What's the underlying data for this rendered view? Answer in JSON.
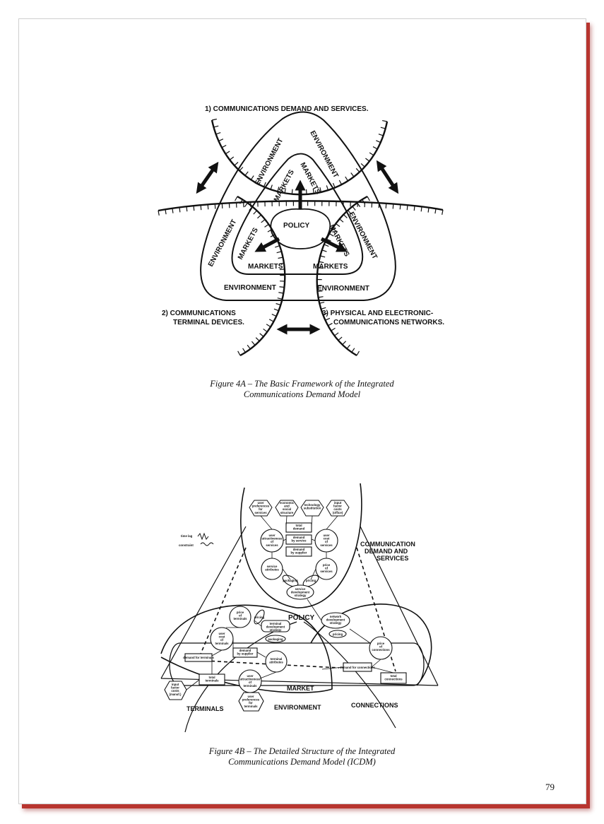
{
  "figure_a": {
    "title_1": "1)  COMMUNICATIONS DEMAND AND SERVICES.",
    "title_2_line1": "2)  COMMUNICATIONS",
    "title_2_line2": "TERMINAL DEVICES.",
    "title_3_line1": "3)  PHYSICAL AND ELECTRONIC-",
    "title_3_line2": "COMMUNICATIONS NETWORKS.",
    "environment": "ENVIRONMENT",
    "markets": "MARKETS",
    "policy": "POLICY",
    "caption_line1": "Figure 4A – The Basic Framework of the Integrated",
    "caption_line2": "Communications Demand Model"
  },
  "figure_b": {
    "legend_time_lag": "time lag",
    "legend_constraint": "constraint",
    "communication_label_1": "COMMUNICATION",
    "communication_label_2": "DEMAND AND",
    "communication_label_3": "SERVICES",
    "policy": "POLICY",
    "market": "MARKET",
    "environment": "ENVIRONMENT",
    "terminals": "TERMINALS",
    "connections": "CONNECTIONS",
    "nodes": {
      "user_pref_services": [
        "user",
        "preferences",
        "for",
        "services"
      ],
      "economic_social": [
        "economic",
        "and",
        "social",
        "structure"
      ],
      "technology_sub": [
        "technology",
        "substitution"
      ],
      "input_factor_costs_top": [
        "input",
        "factor",
        "costs",
        "(office)"
      ],
      "total_demand": [
        "total",
        "demand"
      ],
      "demand_by_service": [
        "demand",
        "by service"
      ],
      "demand_by_supplier_top": [
        "demand",
        "by supplier"
      ],
      "user_attr_services": [
        "user",
        "attractiveness",
        "of",
        "services"
      ],
      "user_cost_services": [
        "user",
        "cost",
        "of",
        "services"
      ],
      "service_attributes": [
        "service",
        "attributes"
      ],
      "price_services": [
        "price",
        "of",
        "services"
      ],
      "packaging_top": "packaging",
      "pricing_top": "pricing",
      "service_dev_strategy": [
        "service",
        "development",
        "strategy"
      ],
      "price_terminals": [
        "price",
        "of",
        "terminals"
      ],
      "pricing_left": "pricing",
      "terminal_dev_strategy": [
        "terminal",
        "development",
        "strategy"
      ],
      "packaging_left": "packaging",
      "user_cost_terminals": [
        "user",
        "cost",
        "of",
        "terminals"
      ],
      "demand_by_supplier_left": [
        "demand",
        "by supplier"
      ],
      "demand_for_terminals": "demand for terminals",
      "terminal_attributes": [
        "terminal",
        "attributes"
      ],
      "total_terminals": [
        "total",
        "terminals"
      ],
      "user_attr_terminals": [
        "user",
        "attractiveness",
        "of",
        "terminals"
      ],
      "input_factor_costs_left": [
        "input",
        "factor",
        "costs",
        "(manuf.)"
      ],
      "user_pref_terminals": [
        "user",
        "preferences",
        "for",
        "terminals"
      ],
      "network_dev_strategy": [
        "network",
        "development",
        "strategy"
      ],
      "pricing_right": "pricing",
      "price_connections": [
        "price",
        "of",
        "connections"
      ],
      "demand_for_connections": "demand for connections",
      "total_connections": [
        "total",
        "connections"
      ]
    },
    "caption_line1": "Figure 4B – The Detailed Structure of the Integrated",
    "caption_line2": "Communications Demand Model (ICDM)"
  },
  "page_number": "79"
}
